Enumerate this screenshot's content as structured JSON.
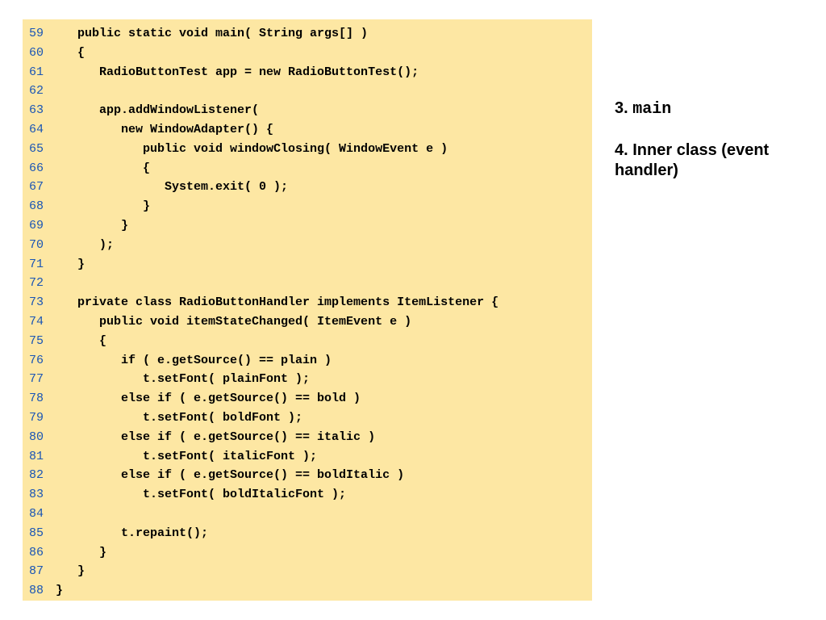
{
  "code": {
    "lines": [
      {
        "num": "59",
        "text": "   public static void main( String args[] )"
      },
      {
        "num": "60",
        "text": "   {"
      },
      {
        "num": "61",
        "text": "      RadioButtonTest app = new RadioButtonTest();"
      },
      {
        "num": "62",
        "text": ""
      },
      {
        "num": "63",
        "text": "      app.addWindowListener("
      },
      {
        "num": "64",
        "text": "         new WindowAdapter() {"
      },
      {
        "num": "65",
        "text": "            public void windowClosing( WindowEvent e )"
      },
      {
        "num": "66",
        "text": "            {"
      },
      {
        "num": "67",
        "text": "               System.exit( 0 );"
      },
      {
        "num": "68",
        "text": "            }"
      },
      {
        "num": "69",
        "text": "         }"
      },
      {
        "num": "70",
        "text": "      );"
      },
      {
        "num": "71",
        "text": "   }"
      },
      {
        "num": "72",
        "text": ""
      },
      {
        "num": "73",
        "text": "   private class RadioButtonHandler implements ItemListener {"
      },
      {
        "num": "74",
        "text": "      public void itemStateChanged( ItemEvent e )"
      },
      {
        "num": "75",
        "text": "      {"
      },
      {
        "num": "76",
        "text": "         if ( e.getSource() == plain )"
      },
      {
        "num": "77",
        "text": "            t.setFont( plainFont );"
      },
      {
        "num": "78",
        "text": "         else if ( e.getSource() == bold )"
      },
      {
        "num": "79",
        "text": "            t.setFont( boldFont );"
      },
      {
        "num": "80",
        "text": "         else if ( e.getSource() == italic )"
      },
      {
        "num": "81",
        "text": "            t.setFont( italicFont );"
      },
      {
        "num": "82",
        "text": "         else if ( e.getSource() == boldItalic )"
      },
      {
        "num": "83",
        "text": "            t.setFont( boldItalicFont );"
      },
      {
        "num": "84",
        "text": ""
      },
      {
        "num": "85",
        "text": "         t.repaint();"
      },
      {
        "num": "86",
        "text": "      }"
      },
      {
        "num": "87",
        "text": "   }"
      },
      {
        "num": "88",
        "text": "}"
      }
    ]
  },
  "annotations": {
    "item3": {
      "prefix": "3. ",
      "code": "main"
    },
    "item4": {
      "text": "4. Inner class (event handler)"
    }
  },
  "colors": {
    "panel_background": "#fde7a3",
    "line_number": "#1a55b5",
    "code_text": "#000000"
  }
}
